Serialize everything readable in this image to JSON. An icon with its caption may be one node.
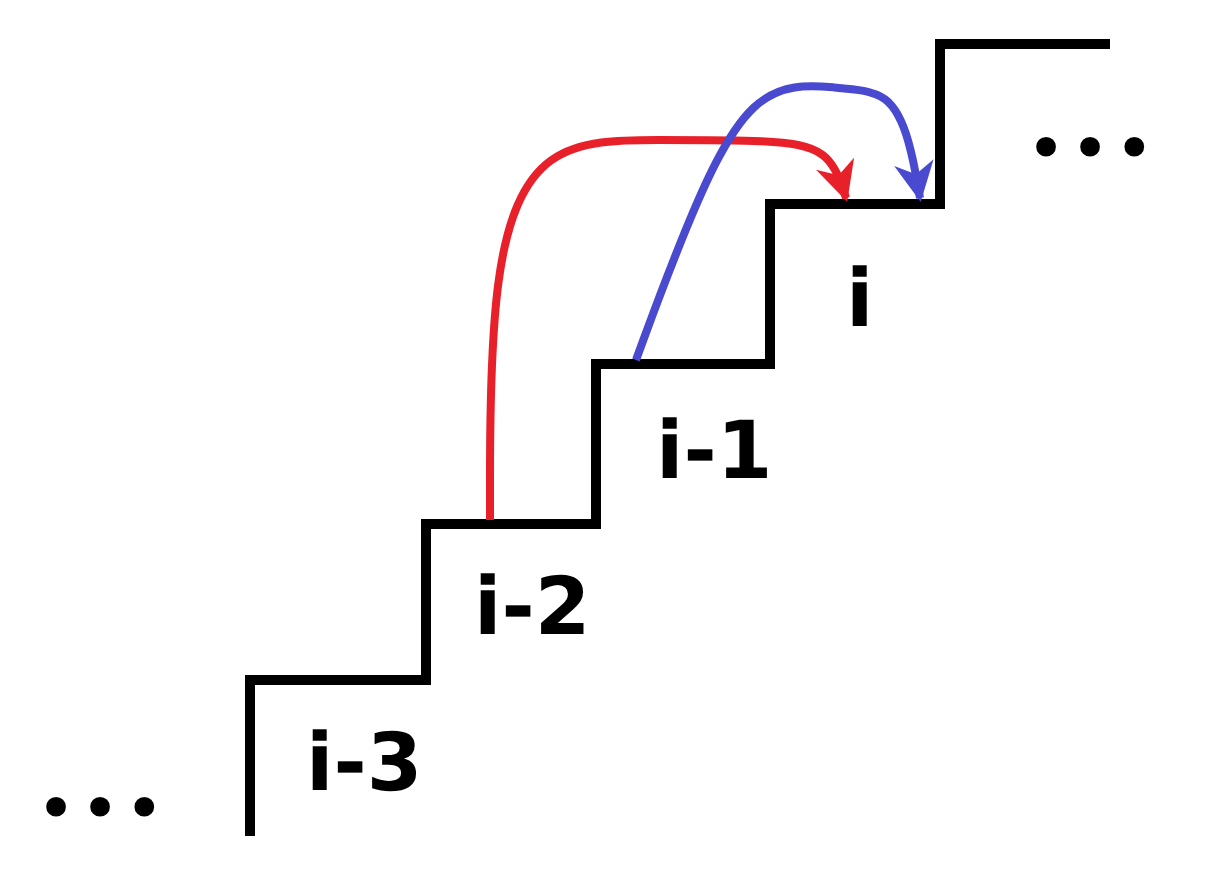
{
  "diagram": {
    "nodes": [
      {
        "text": [
          "i-3"
        ]
      },
      {
        "text": [
          "i-2"
        ]
      },
      {
        "text": [
          "i-1"
        ]
      },
      {
        "text": [
          "i"
        ]
      }
    ],
    "edges": [
      {
        "from": 1,
        "to": 3,
        "arrow": "to",
        "color": "#e8202a"
      },
      {
        "from": 2,
        "to": 3,
        "arrow": "to",
        "color": "#4a4ad0"
      }
    ],
    "labels": [
      "•••",
      "•••"
    ]
  }
}
